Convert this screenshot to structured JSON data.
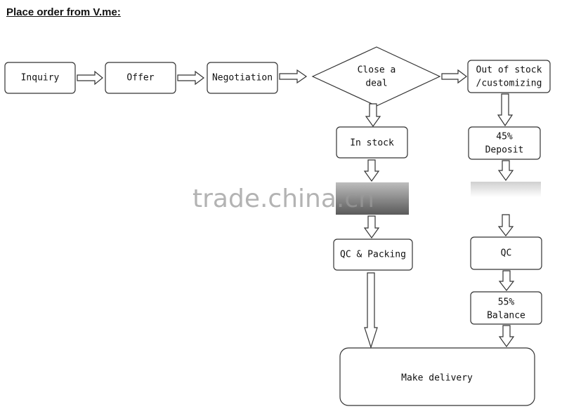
{
  "title": "Place order from V.me:",
  "nodes": {
    "inquiry": "Inquiry",
    "offer": "Offer",
    "negotiation": "Negotiation",
    "close_deal": [
      "Close a",
      "deal"
    ],
    "out_of_stock": [
      "Out of stock",
      "/customizing"
    ],
    "in_stock": "In stock",
    "deposit": [
      "45%",
      "Deposit"
    ],
    "qc_packing": "QC & Packing",
    "qc": "QC",
    "balance": [
      "55%",
      "Balance"
    ],
    "make_delivery": "Make delivery"
  },
  "watermark": "trade.china.cn"
}
